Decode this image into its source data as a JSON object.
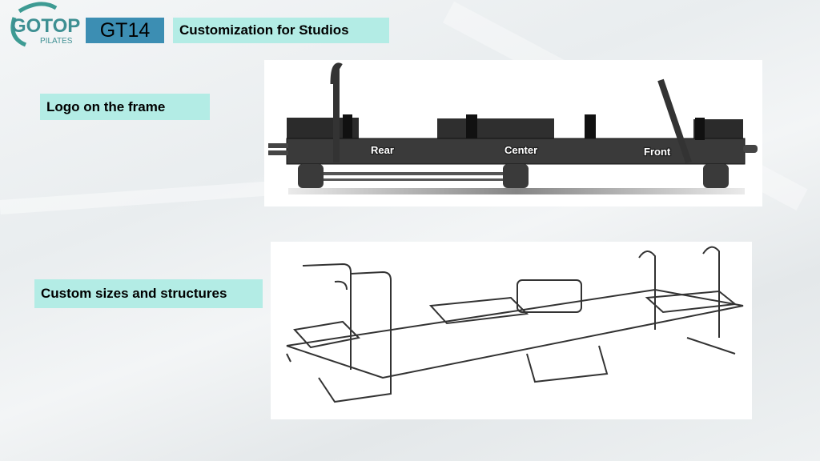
{
  "brand": {
    "logo_text": "GOTOP",
    "logo_sub": "PILATES",
    "accent": "#3c8eb3"
  },
  "header": {
    "model": "GT14",
    "title": "Customization for Studios"
  },
  "sections": [
    {
      "label": "Logo on the frame",
      "image_tags": [
        "Rear",
        "Center",
        "Front"
      ]
    },
    {
      "label": "Custom sizes and structures"
    }
  ]
}
